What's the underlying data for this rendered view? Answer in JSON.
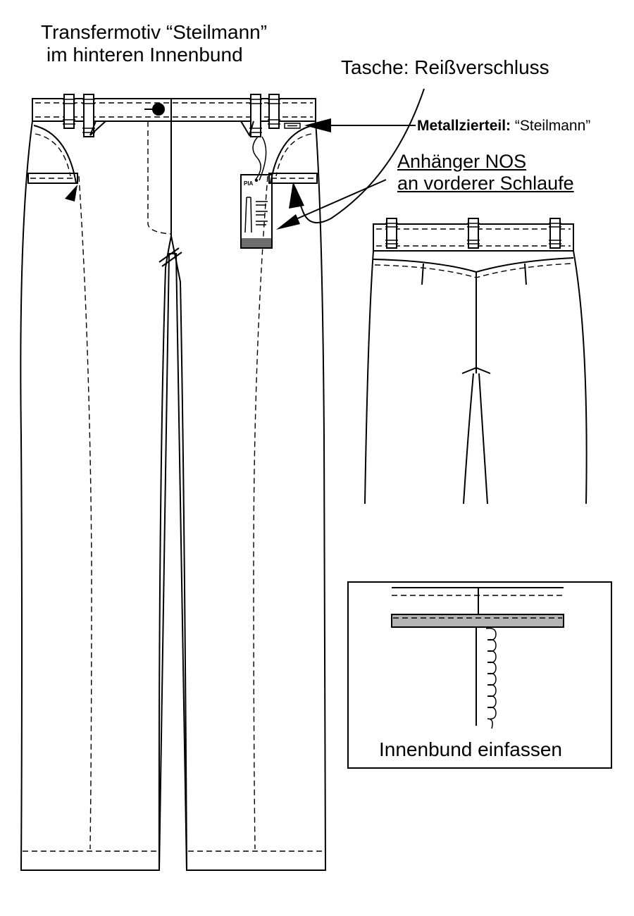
{
  "labels": {
    "transfer_line1": "Transfermotiv “Steilmann”",
    "transfer_line2": "im hinteren Innenbund",
    "tasche": "Tasche: Reißverschluss",
    "metall_prefix": "Metallzierteil:",
    "metall_name": "“Steilmann”",
    "anhaenger_line1": "Anhänger NOS",
    "anhaenger_line2": "an vorderer Schlaufe",
    "innenbund": "Innenbund einfassen"
  },
  "tag": {
    "brand": "PIA"
  },
  "colors": {
    "line": "#000000",
    "binding_fill": "#b4b4b4",
    "tag_bottom": "#6e6e6e"
  }
}
